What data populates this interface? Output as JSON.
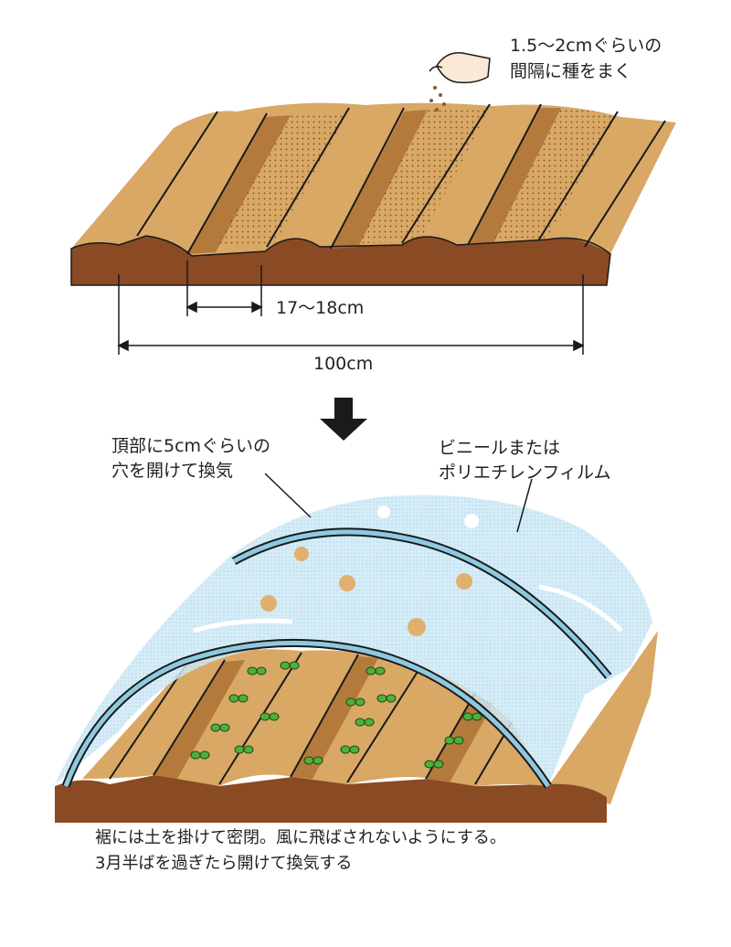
{
  "top_section": {
    "seed_note_line1": "1.5〜2cmぐらいの",
    "seed_note_line2": "間隔に種をまく",
    "spacing_label": "17〜18cm",
    "width_label": "100cm"
  },
  "bottom_section": {
    "vent_note_line1": "頂部に5cmぐらいの",
    "vent_note_line2": "穴を開けて換気",
    "film_note_line1": "ビニールまたは",
    "film_note_line2": "ポリエチレンフィルム",
    "footer_line1": "裾には土を掛けて密閉。風に飛ばされないようにする。",
    "footer_line2": "3月半ばを過ぎたら開けて換気する"
  },
  "colors": {
    "ridge": "#d9a865",
    "ridge_shadow": "#b47a3c",
    "soil": "#8a4a24",
    "film": "#bfe3f2",
    "film_edge": "#8ec9e0",
    "seedling": "#4fae3c",
    "arrow": "#1a1a1a"
  }
}
